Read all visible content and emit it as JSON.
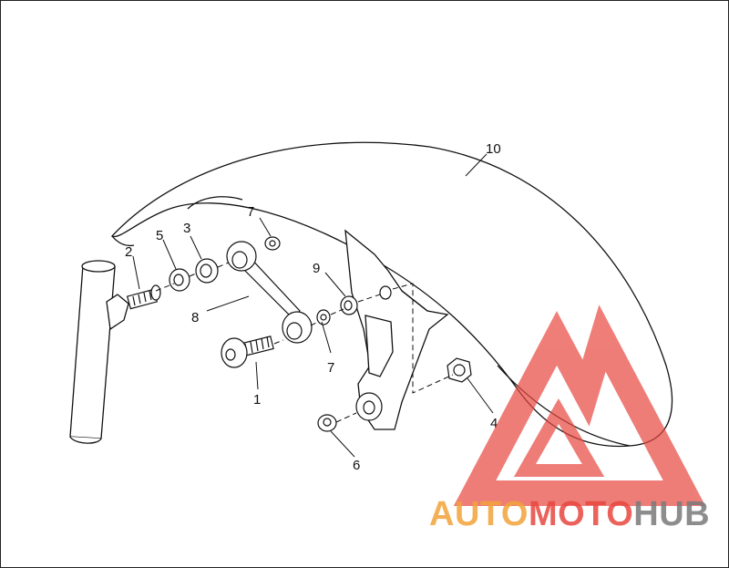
{
  "diagram": {
    "callouts": [
      {
        "id": "10",
        "label": "10"
      },
      {
        "id": "2",
        "label": "2"
      },
      {
        "id": "5",
        "label": "5"
      },
      {
        "id": "3",
        "label": "3"
      },
      {
        "id": "7a",
        "label": "7"
      },
      {
        "id": "9",
        "label": "9"
      },
      {
        "id": "8",
        "label": "8"
      },
      {
        "id": "7b",
        "label": "7"
      },
      {
        "id": "1",
        "label": "1"
      },
      {
        "id": "4",
        "label": "4"
      },
      {
        "id": "6",
        "label": "6"
      }
    ],
    "colors": {
      "line": "#111111",
      "watermark_red": "#e8473f",
      "watermark_orange": "#f2a33a",
      "watermark_gray": "#7a7a7a"
    }
  },
  "watermark": {
    "part1": "AUTO",
    "part2": "MOTO",
    "part3": "HUB"
  }
}
